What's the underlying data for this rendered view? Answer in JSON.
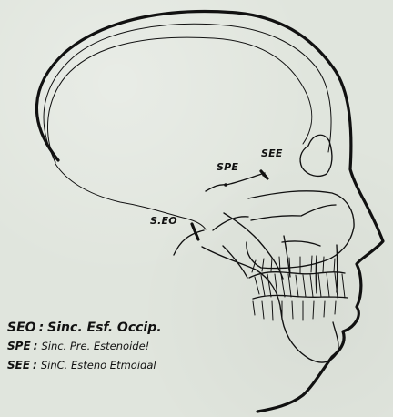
{
  "labels": {
    "seo": "S.EO",
    "spe": "SPE",
    "see": "SEE"
  },
  "legend": [
    {
      "code": "SEO",
      "separator": ":",
      "text": "Sinc. Esf. Occip."
    },
    {
      "code": "SPE",
      "separator": ":",
      "text": "Sinc. Pre. Estenoide!"
    },
    {
      "code": "SEE",
      "separator": ":",
      "text": "SinC. Esteno Etmoidal"
    }
  ]
}
